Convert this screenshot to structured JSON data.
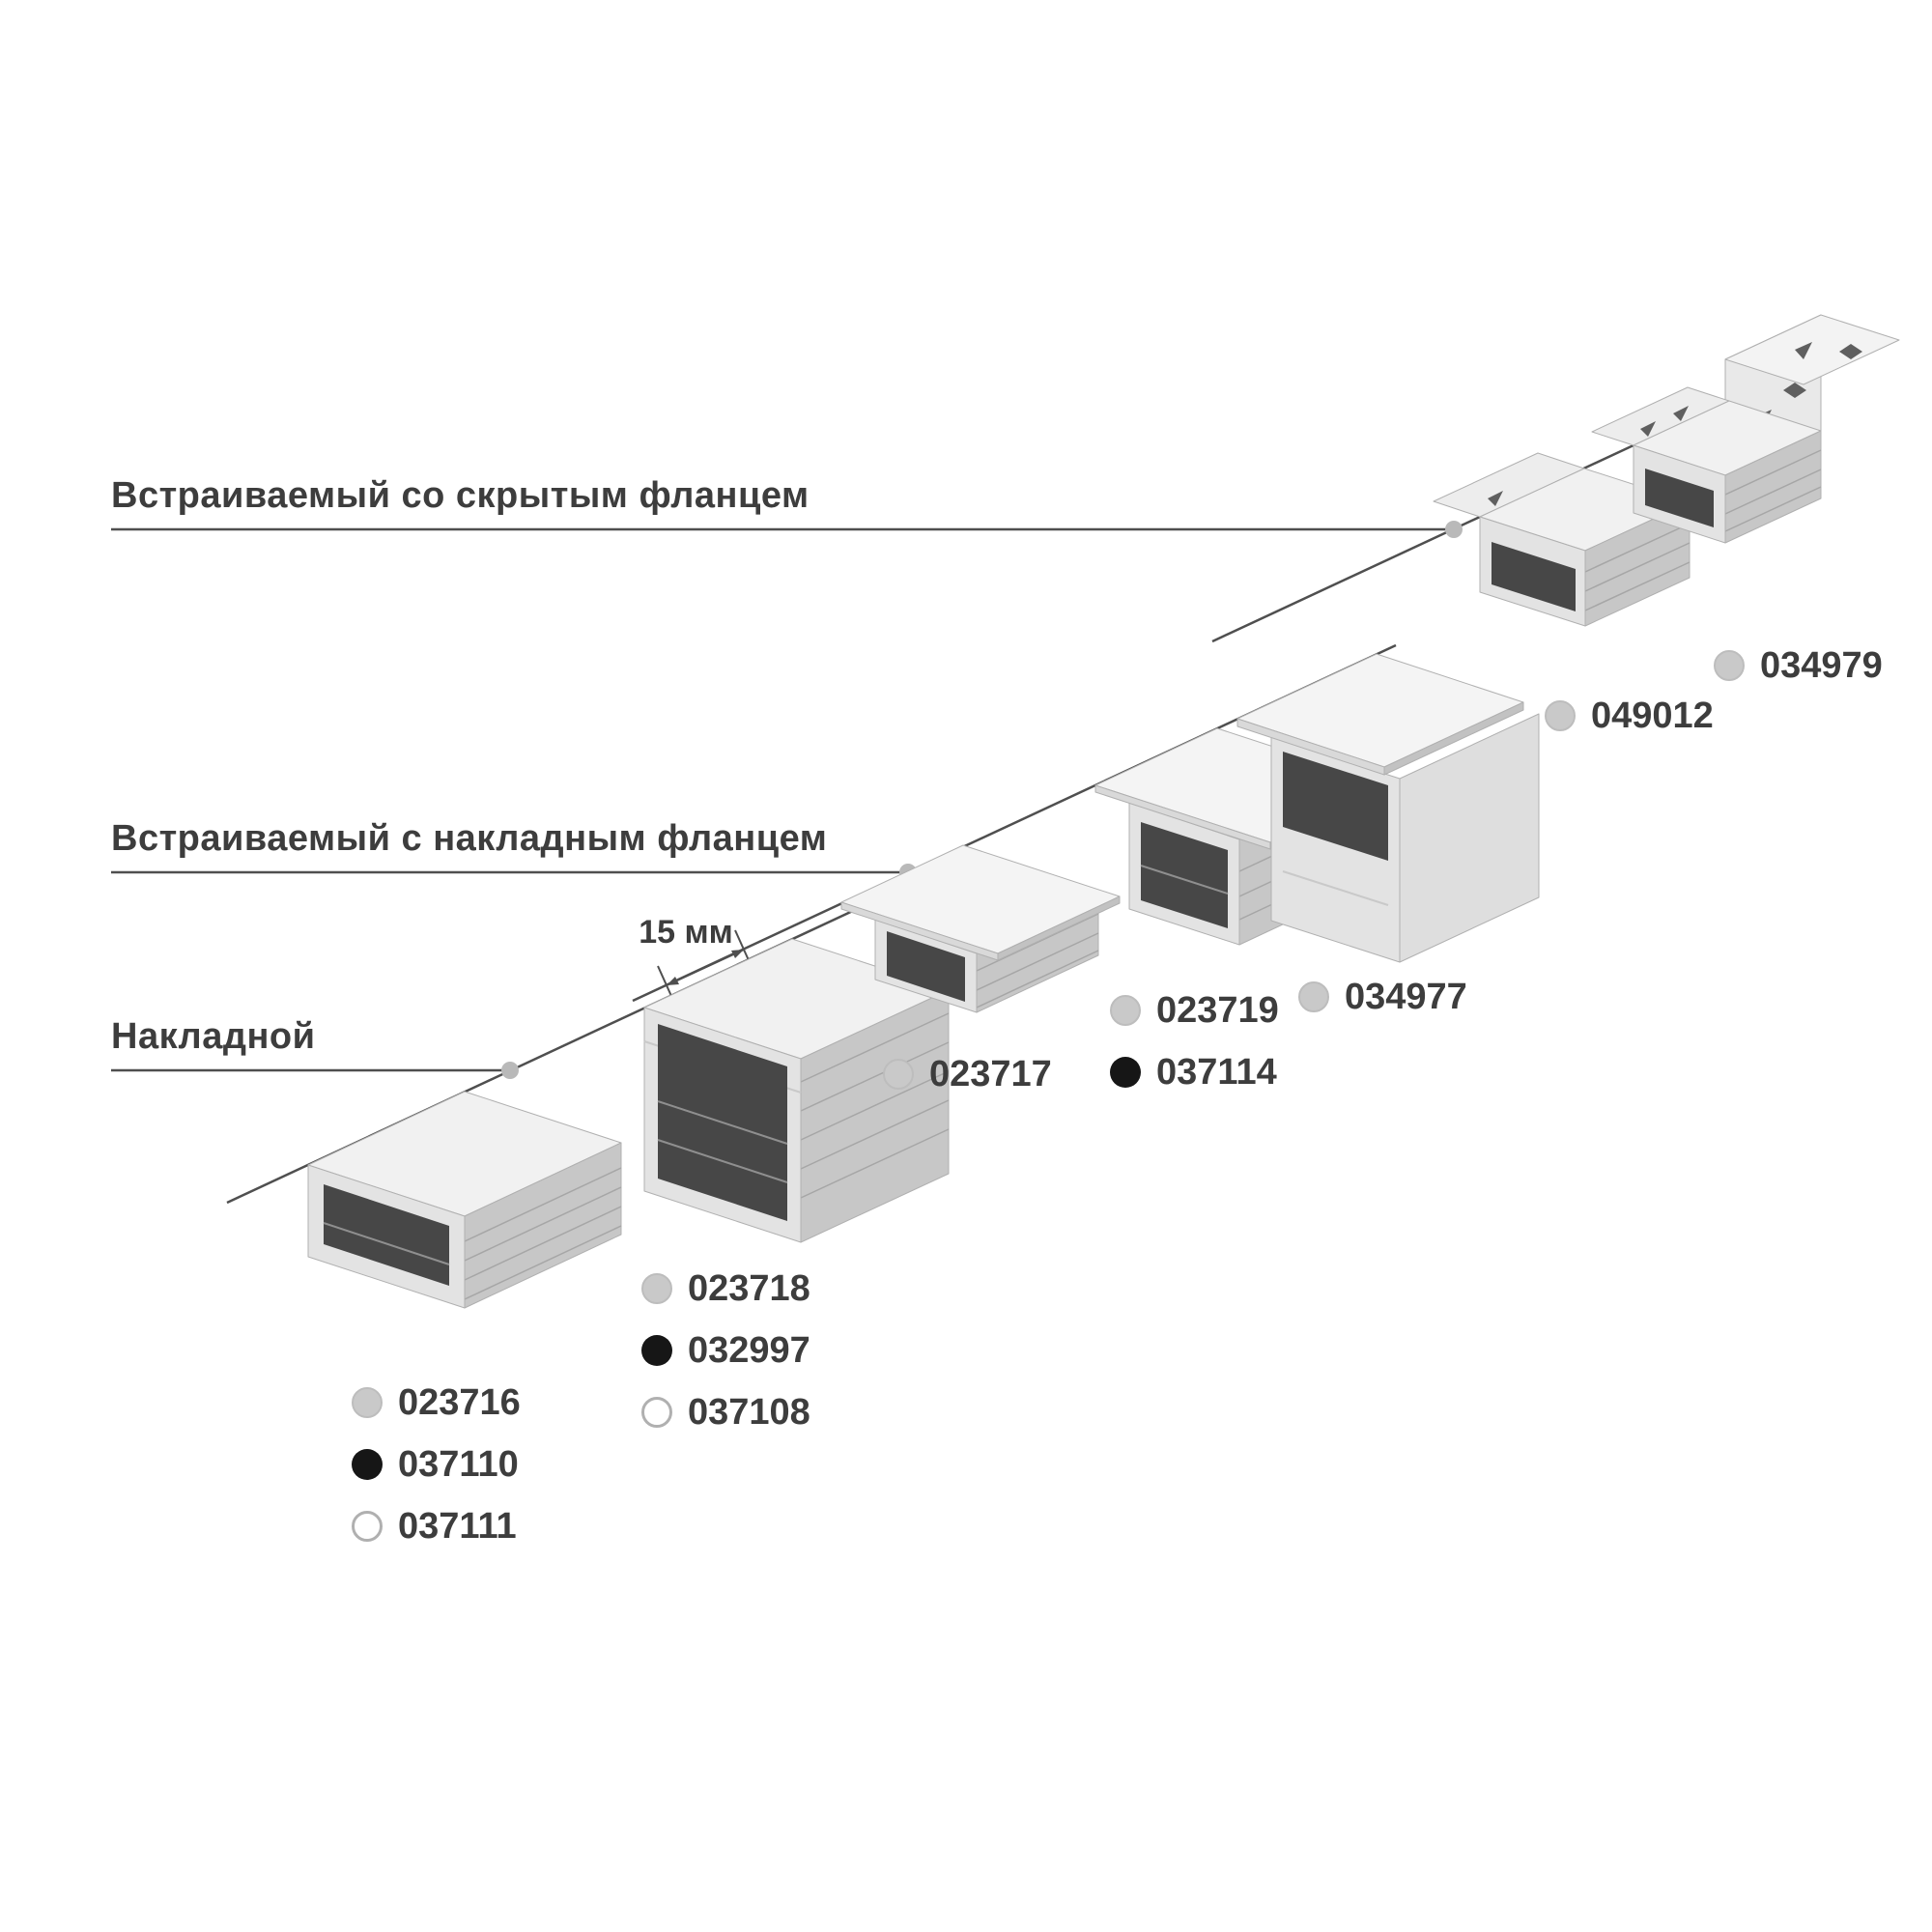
{
  "page": {
    "background": "#ffffff",
    "text_color": "#3d3d3d"
  },
  "categories": [
    {
      "id": "hidden-flange",
      "label": "Встраиваемый со скрытым фланцем"
    },
    {
      "id": "surface-flange",
      "label": "Встраиваемый с накладным фланцем"
    },
    {
      "id": "surface",
      "label": "Накладной"
    }
  ],
  "dimension": {
    "label": "15 мм"
  },
  "dot_colors": {
    "gray": "#c9c9c9",
    "black": "#161616",
    "white": "#ffffff"
  },
  "code_groups": [
    {
      "profile": "surface-low",
      "codes": [
        {
          "code": "023716",
          "dot": "gray"
        },
        {
          "code": "037110",
          "dot": "black"
        },
        {
          "code": "037111",
          "dot": "white"
        }
      ]
    },
    {
      "profile": "surface-high",
      "codes": [
        {
          "code": "023718",
          "dot": "gray"
        },
        {
          "code": "032997",
          "dot": "black"
        },
        {
          "code": "037108",
          "dot": "white"
        }
      ]
    },
    {
      "profile": "recessed-flange-low",
      "codes": [
        {
          "code": "023717",
          "dot": "gray"
        }
      ]
    },
    {
      "profile": "recessed-flange-high",
      "codes": [
        {
          "code": "023719",
          "dot": "gray"
        },
        {
          "code": "037114",
          "dot": "black"
        }
      ]
    },
    {
      "profile": "recessed-deep",
      "codes": [
        {
          "code": "034977",
          "dot": "gray"
        }
      ]
    },
    {
      "profile": "hidden-flange-low",
      "codes": [
        {
          "code": "049012",
          "dot": "gray"
        }
      ]
    },
    {
      "profile": "hidden-flange-bracket",
      "codes": [
        {
          "code": "034979",
          "dot": "gray"
        }
      ]
    }
  ]
}
